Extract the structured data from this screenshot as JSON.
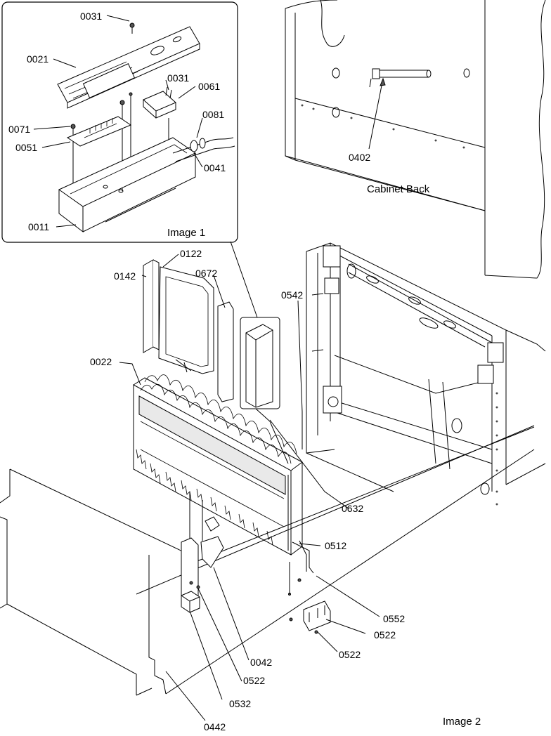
{
  "captions": {
    "inset": "Image 1",
    "main": "Image 2",
    "cabinet_back": "Cabinet Back"
  },
  "parts": {
    "p0031_top": "0031",
    "p0021": "0021",
    "p0031_mid": "0031",
    "p0061": "0061",
    "p0081": "0081",
    "p0071": "0071",
    "p0051": "0051",
    "p0041": "0041",
    "p0011": "0011",
    "p0402": "0402",
    "p0122": "0122",
    "p0142": "0142",
    "p0672": "0672",
    "p0542": "0542",
    "p0022": "0022",
    "p0632": "0632",
    "p0512": "0512",
    "p0552": "0552",
    "p0522_a": "0522",
    "p0522_b": "0522",
    "p0042": "0042",
    "p0522_c": "0522",
    "p0532": "0532",
    "p0442": "0442"
  }
}
